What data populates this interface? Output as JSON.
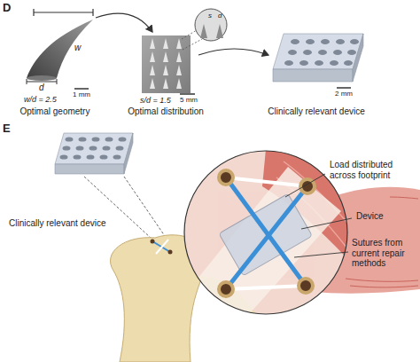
{
  "diagram": {
    "labels": [
      "D",
      "w",
      "d",
      "w/d = 2.5",
      "1 mm",
      "Optimal geometry",
      "s",
      "d",
      "s/d = 1.5",
      "5 mm",
      "Optimal distribution",
      "2 mm",
      "Clinically relevant device",
      "E",
      "Clinically relevant device",
      "Load distributed across footprint",
      "Device",
      "Sutures from current repair methods"
    ]
  }
}
